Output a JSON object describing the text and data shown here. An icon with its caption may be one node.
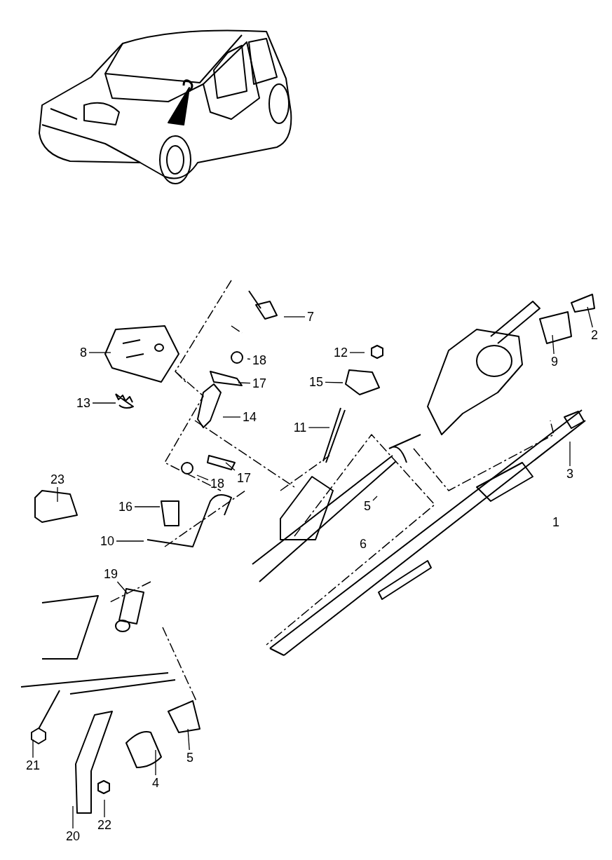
{
  "diagram": {
    "nodes": [
      {
        "text": [
          "7"
        ]
      },
      {
        "text": [
          "2"
        ]
      },
      {
        "text": [
          "8"
        ]
      },
      {
        "text": [
          "18"
        ]
      },
      {
        "text": [
          "12"
        ]
      },
      {
        "text": [
          "15"
        ]
      },
      {
        "text": [
          "9"
        ]
      },
      {
        "text": [
          "17"
        ]
      },
      {
        "text": [
          "13"
        ]
      },
      {
        "text": [
          "14"
        ]
      },
      {
        "text": [
          "11"
        ]
      },
      {
        "text": [
          "3"
        ]
      },
      {
        "text": [
          "23"
        ]
      },
      {
        "text": [
          "18"
        ]
      },
      {
        "text": [
          "17"
        ]
      },
      {
        "text": [
          "5"
        ]
      },
      {
        "text": [
          "16"
        ]
      },
      {
        "text": [
          "10"
        ]
      },
      {
        "text": [
          "19"
        ]
      },
      {
        "text": [
          "21"
        ]
      },
      {
        "text": [
          "5"
        ]
      },
      {
        "text": [
          "4"
        ]
      },
      {
        "text": [
          "22"
        ]
      },
      {
        "text": [
          "20"
        ]
      }
    ],
    "edges": [
      {
        "from": 0,
        "to": null,
        "arrow": "none"
      },
      {
        "from": 1,
        "to": null,
        "arrow": "none"
      },
      {
        "from": 2,
        "to": null,
        "arrow": "none"
      },
      {
        "from": 3,
        "to": null,
        "arrow": "none"
      },
      {
        "from": 4,
        "to": null,
        "arrow": "none"
      },
      {
        "from": 5,
        "to": null,
        "arrow": "none"
      },
      {
        "from": 6,
        "to": null,
        "arrow": "none"
      },
      {
        "from": 7,
        "to": null,
        "arrow": "none"
      },
      {
        "from": 8,
        "to": null,
        "arrow": "none"
      },
      {
        "from": 9,
        "to": null,
        "arrow": "none"
      },
      {
        "from": 10,
        "to": null,
        "arrow": "none"
      },
      {
        "from": 11,
        "to": null,
        "arrow": "none"
      },
      {
        "from": 12,
        "to": null,
        "arrow": "none"
      },
      {
        "from": 13,
        "to": null,
        "arrow": "none"
      },
      {
        "from": 14,
        "to": null,
        "arrow": "none"
      },
      {
        "from": 15,
        "to": null,
        "arrow": "none"
      },
      {
        "from": 16,
        "to": null,
        "arrow": "none"
      },
      {
        "from": 17,
        "to": null,
        "arrow": "none"
      },
      {
        "from": 18,
        "to": null,
        "arrow": "none"
      },
      {
        "from": 19,
        "to": null,
        "arrow": "none"
      },
      {
        "from": 20,
        "to": null,
        "arrow": "none"
      },
      {
        "from": 21,
        "to": null,
        "arrow": "none"
      },
      {
        "from": 22,
        "to": null,
        "arrow": "none"
      },
      {
        "from": 23,
        "to": null,
        "arrow": "none"
      }
    ],
    "labels": [
      "6",
      "1"
    ]
  }
}
